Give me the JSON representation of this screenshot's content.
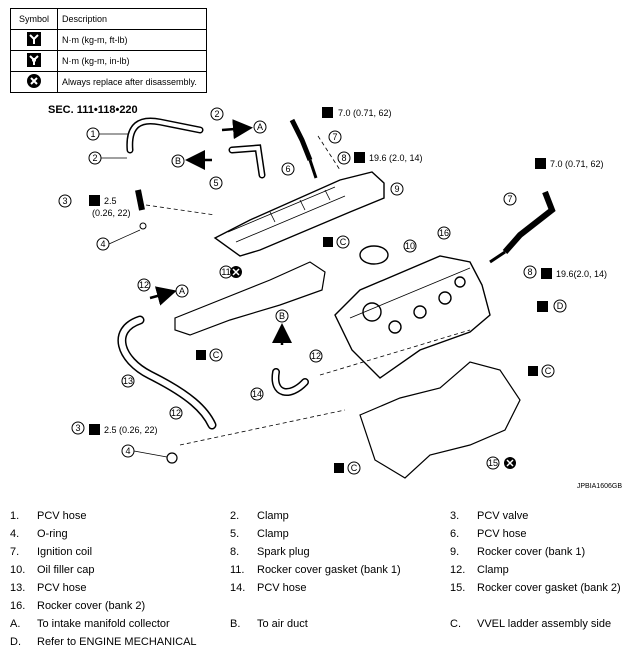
{
  "legend": {
    "header_symbol": "Symbol",
    "header_description": "Description",
    "rows": [
      {
        "icon": "torque-wrench-icon",
        "description": "N·m (kg-m, ft-lb)"
      },
      {
        "icon": "torque-wrench-inlb-icon",
        "description": "N·m (kg-m, in-lb)"
      },
      {
        "icon": "always-replace-icon",
        "description": "Always replace after disassembly."
      }
    ]
  },
  "diagram": {
    "section_label": "SEC. 111•118•220",
    "image_code": "JPBIA1606GB",
    "callouts": [
      "1",
      "2",
      "2",
      "3",
      "4",
      "5",
      "6",
      "7",
      "7",
      "8",
      "8",
      "9",
      "10",
      "11",
      "12",
      "12",
      "12",
      "13",
      "14",
      "15",
      "16",
      "3",
      "4"
    ],
    "torques": {
      "t1": "7.0 (0.71, 62)",
      "t2": "19.6 (2.0, 14)",
      "t3": "7.0 (0.71, 62)",
      "t4": "19.6(2.0, 14)",
      "t5a": "2.5",
      "t5b": "(0.26, 22)",
      "t6": "2.5 (0.26, 22)"
    },
    "letters": {
      "a": "A",
      "b": "B",
      "c": "C",
      "d": "D"
    }
  },
  "parts": [
    {
      "num": "1.",
      "text": "PCV hose"
    },
    {
      "num": "2.",
      "text": "Clamp"
    },
    {
      "num": "3.",
      "text": "PCV valve"
    },
    {
      "num": "4.",
      "text": "O-ring"
    },
    {
      "num": "5.",
      "text": "Clamp"
    },
    {
      "num": "6.",
      "text": "PCV hose"
    },
    {
      "num": "7.",
      "text": "Ignition coil"
    },
    {
      "num": "8.",
      "text": "Spark plug"
    },
    {
      "num": "9.",
      "text": "Rocker cover (bank 1)"
    },
    {
      "num": "10.",
      "text": "Oil filler cap"
    },
    {
      "num": "11.",
      "text": "Rocker cover gasket (bank 1)"
    },
    {
      "num": "12.",
      "text": "Clamp"
    },
    {
      "num": "13.",
      "text": "PCV hose"
    },
    {
      "num": "14.",
      "text": "PCV hose"
    },
    {
      "num": "15.",
      "text": "Rocker cover gasket (bank 2)"
    },
    {
      "num": "16.",
      "text": "Rocker cover (bank 2)"
    },
    {
      "num": "A.",
      "text": "To intake manifold collector"
    },
    {
      "num": "B.",
      "text": "To air duct"
    },
    {
      "num": "C.",
      "text": "VVEL ladder assembly side"
    },
    {
      "num": "D.",
      "text": "Refer to ENGINE MECHANICAL"
    }
  ]
}
